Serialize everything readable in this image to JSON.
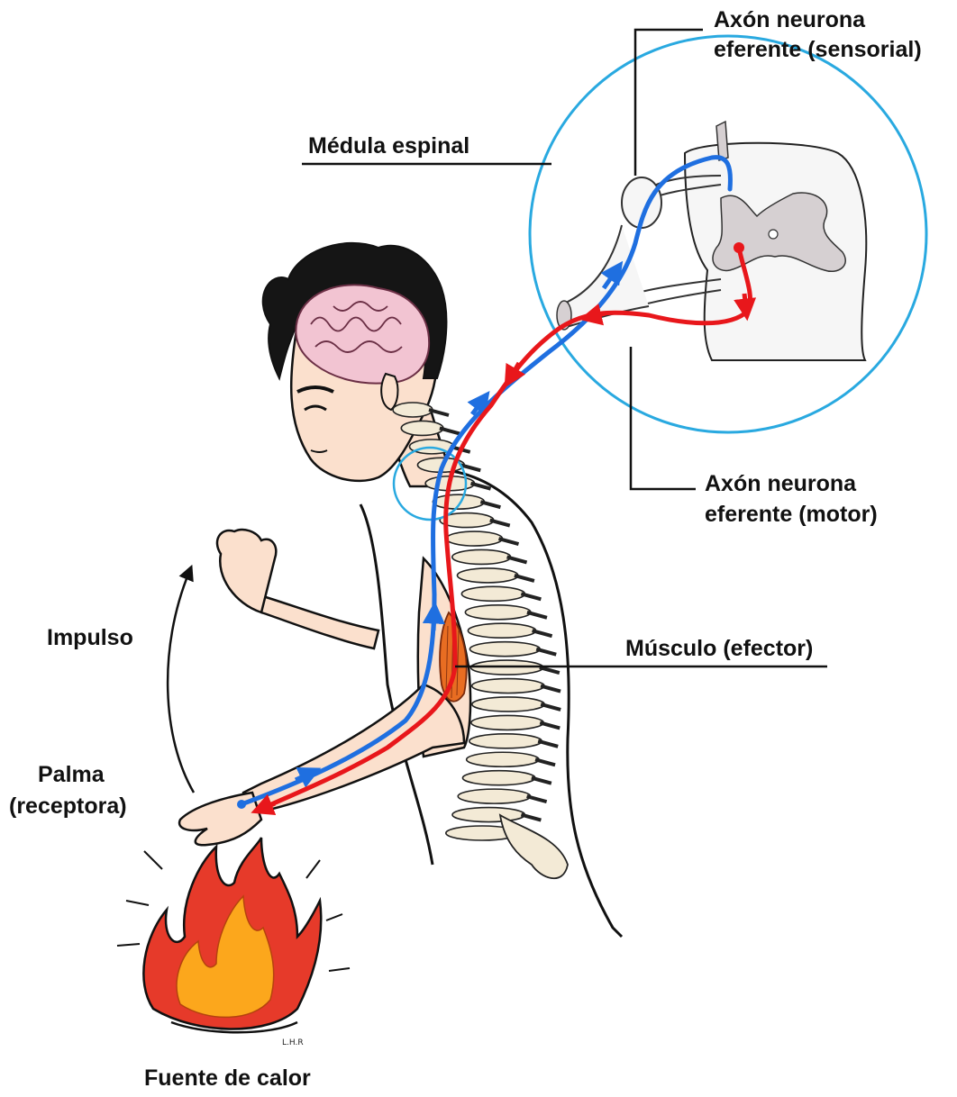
{
  "labels": {
    "axon_sensory_1": "Axón neurona",
    "axon_sensory_2": "eferente (sensorial)",
    "spinal_cord": "Médula espinal",
    "axon_motor_1": "Axón neurona",
    "axon_motor_2": "eferente (motor)",
    "impulse": "Impulso",
    "muscle": "Músculo (efector)",
    "palm_1": "Palma",
    "palm_2": "(receptora)",
    "heat_source": "Fuente de calor",
    "signature": "L.H.R"
  },
  "colors": {
    "sensory_path": "#1f6fe0",
    "motor_path": "#e8171b",
    "zoom_circle": "#29a9e0",
    "skin": "#fbe0cd",
    "brain": "#f2c4d2",
    "bone": "#f3ead6",
    "flame_outer": "#e63a2a",
    "flame_inner": "#fca71c",
    "muscle": "#e86d22",
    "gray_matter": "#d6d0d2",
    "hair": "#151515"
  }
}
